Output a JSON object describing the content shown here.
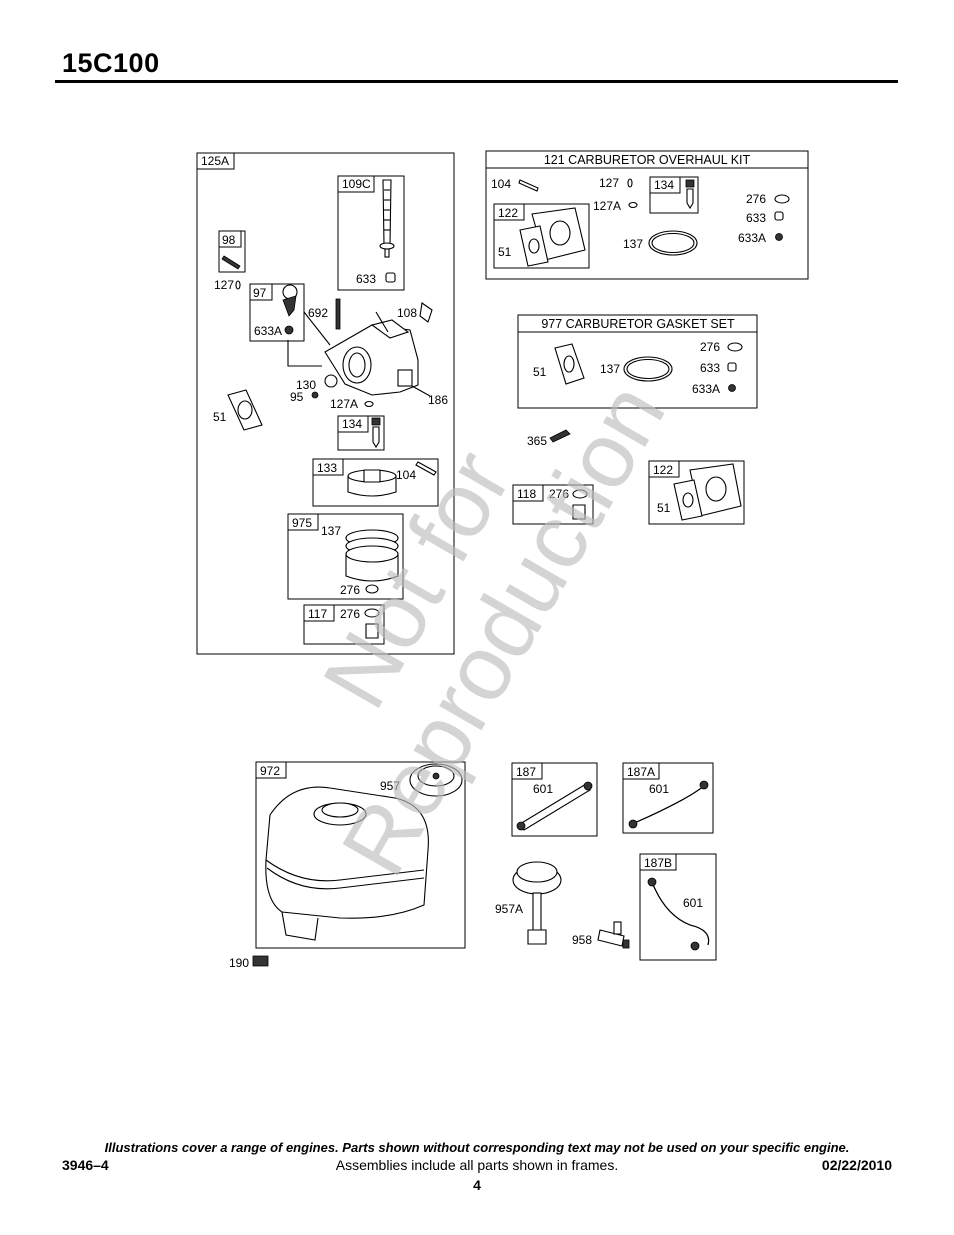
{
  "header": {
    "model": "15C100"
  },
  "frames": {
    "f125A": "125A",
    "f109C": "109C",
    "f98": "98",
    "f97": "97",
    "f134a": "134",
    "f133": "133",
    "f975": "975",
    "f117": "117",
    "f118": "118",
    "f122b": "122",
    "f972": "972",
    "f187": "187",
    "f187A": "187A",
    "f187B": "187B",
    "f134b": "134",
    "f122a": "122"
  },
  "kits": {
    "overhaul_title": "121 CARBURETOR OVERHAUL KIT",
    "gasket_title": "977 CARBURETOR GASKET SET"
  },
  "parts": {
    "p127a": "127",
    "p633a": "633",
    "p692": "692",
    "p108": "108",
    "p633Aa": "633A",
    "p130": "130",
    "p95": "95",
    "p127Aa": "127A",
    "p186": "186",
    "p51a": "51",
    "p104a": "104",
    "p137a": "137",
    "p276a": "276",
    "p276b": "276",
    "p104b": "104",
    "p127b": "127",
    "p127Ab": "127A",
    "p51b": "51",
    "p137b": "137",
    "p276c": "276",
    "p633b": "633",
    "p633Ab": "633A",
    "p51c": "51",
    "p137c": "137",
    "p276d": "276",
    "p633c": "633",
    "p633Ac": "633A",
    "p365": "365",
    "p276e": "276",
    "p51d": "51",
    "p957": "957",
    "p190": "190",
    "p601a": "601",
    "p601b": "601",
    "p601c": "601",
    "p957A": "957A",
    "p958": "958"
  },
  "watermark": {
    "line1": "Not for",
    "line2": "Reproduction"
  },
  "footer": {
    "note": "Illustrations cover a range of engines. Parts shown without corresponding text may not be used on your specific engine.",
    "doc_number": "3946–4",
    "assemblies_note": "Assemblies include all parts shown in frames.",
    "date": "02/22/2010",
    "page": "4"
  }
}
